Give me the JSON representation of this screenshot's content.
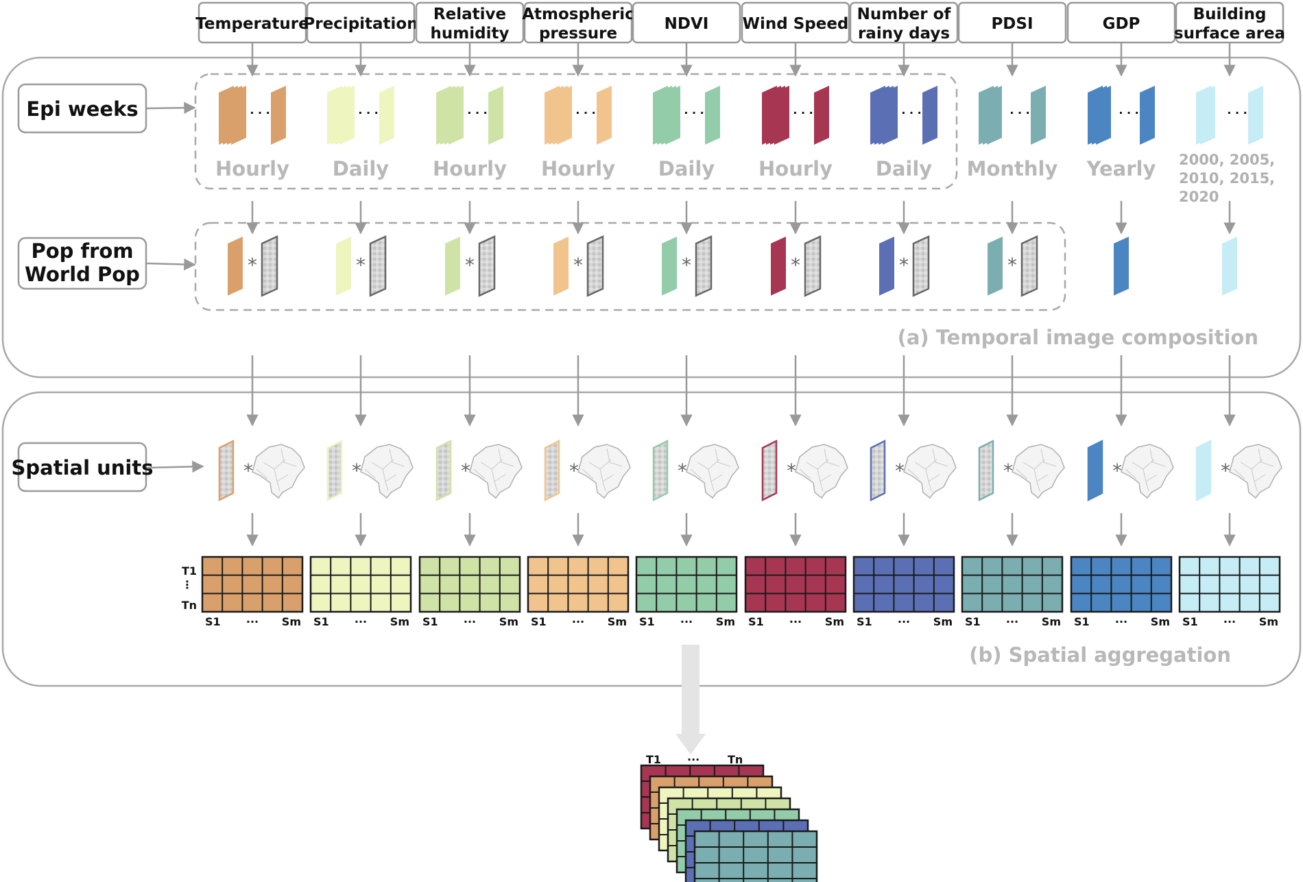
{
  "variables": [
    {
      "id": "temperature",
      "lines": [
        "Temperature"
      ],
      "frequency": "Hourly",
      "color": "#d9a06c",
      "weighted": true
    },
    {
      "id": "precipitation",
      "lines": [
        "Precipitation"
      ],
      "frequency": "Daily",
      "color": "#eef5be",
      "weighted": true
    },
    {
      "id": "relative-humidity",
      "lines": [
        "Relative",
        "humidity"
      ],
      "frequency": "Hourly",
      "color": "#cfe3a6",
      "weighted": true
    },
    {
      "id": "atmospheric-pressure",
      "lines": [
        "Atmospheric",
        "pressure"
      ],
      "frequency": "Hourly",
      "color": "#f1c48e",
      "weighted": true
    },
    {
      "id": "ndvi",
      "lines": [
        "NDVI"
      ],
      "frequency": "Daily",
      "color": "#92cca8",
      "weighted": true
    },
    {
      "id": "wind-speed",
      "lines": [
        "Wind Speed"
      ],
      "frequency": "Hourly",
      "color": "#a63652",
      "weighted": true
    },
    {
      "id": "rainy-days",
      "lines": [
        "Number of",
        "rainy days"
      ],
      "frequency": "Daily",
      "color": "#5b6fb4",
      "weighted": true
    },
    {
      "id": "pdsi",
      "lines": [
        "PDSI"
      ],
      "frequency": "Monthly",
      "color": "#7aaeb0",
      "weighted": true
    },
    {
      "id": "gdp",
      "lines": [
        "GDP"
      ],
      "frequency": "Yearly",
      "color": "#4b86c2",
      "weighted": false
    },
    {
      "id": "building-surface-area",
      "lines": [
        "Building",
        "surface area"
      ],
      "frequency_lines": [
        "2000, 2005,",
        "2010, 2015,",
        "2020"
      ],
      "color": "#c6ecf5",
      "weighted": false
    }
  ],
  "labels": {
    "epi_weeks": [
      "Epi weeks"
    ],
    "world_pop": [
      "Pop from",
      "World Pop"
    ],
    "spatial_units": [
      "Spatial units"
    ]
  },
  "sections": {
    "a": "(a)  Temporal image composition",
    "b": "(b)  Spatial aggregation"
  },
  "operator": "*",
  "ellipsis": "···",
  "matrix_axes": {
    "t_first": "T1",
    "t_last": "Tn",
    "s_first": "S1",
    "s_last": "Sm"
  },
  "stack_order": [
    "wind-speed",
    "temperature",
    "precipitation",
    "relative-humidity",
    "ndvi",
    "rainy-days",
    "pdsi"
  ]
}
